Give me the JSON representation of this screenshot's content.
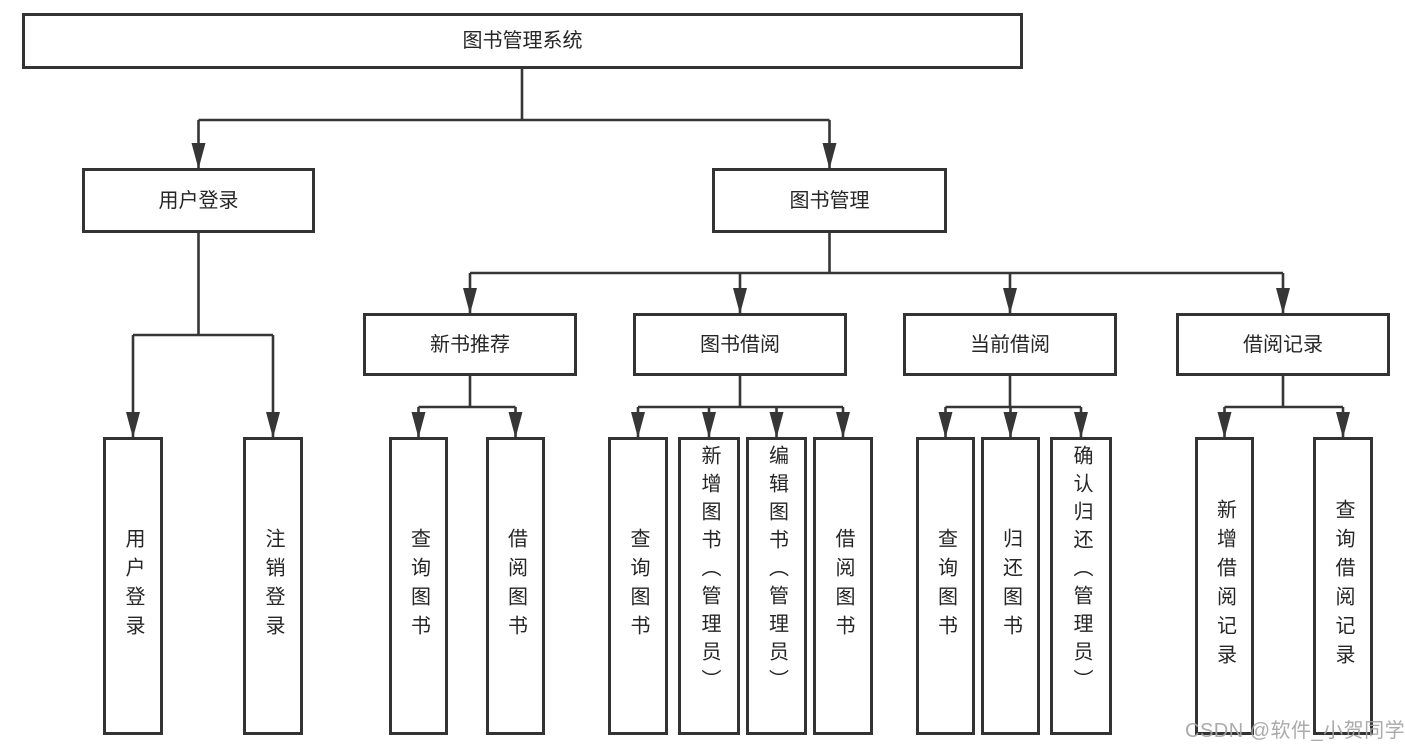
{
  "diagram": {
    "root": {
      "label": "图书管理系统"
    },
    "branches": [
      {
        "label": "用户登录",
        "children": [
          {
            "label": "用户登录"
          },
          {
            "label": "注销登录"
          }
        ]
      },
      {
        "label": "图书管理",
        "children": [
          {
            "label": "新书推荐",
            "children": [
              {
                "label": "查询图书"
              },
              {
                "label": "借阅图书"
              }
            ]
          },
          {
            "label": "图书借阅",
            "children": [
              {
                "label": "查询图书"
              },
              {
                "label": "新增图书（管理员）"
              },
              {
                "label": "编辑图书（管理员）"
              },
              {
                "label": "借阅图书"
              }
            ]
          },
          {
            "label": "当前借阅",
            "children": [
              {
                "label": "查询图书"
              },
              {
                "label": "归还图书"
              },
              {
                "label": "确认归还（管理员）"
              }
            ]
          },
          {
            "label": "借阅记录",
            "children": [
              {
                "label": "新增借阅记录"
              },
              {
                "label": "查询借阅记录"
              }
            ]
          }
        ]
      }
    ]
  },
  "watermark": {
    "text": "CSDN @软件_小贺同学"
  },
  "colors": {
    "background": "#ffffff",
    "box_border": "#333333",
    "connector": "#363636",
    "text": "#262626",
    "watermark": "#a4a4a4"
  }
}
